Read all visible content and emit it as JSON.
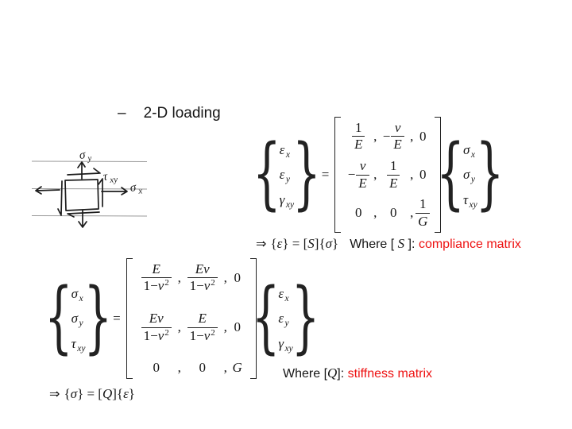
{
  "colors": {
    "accent_red": "#ee1111",
    "ink": "#161616",
    "rule_gray": "#9a9a9a"
  },
  "bullet": {
    "dash": "–",
    "label": "2-D loading"
  },
  "sketch": {
    "labels": {
      "sigma_y": {
        "base": "σ",
        "sub": "y"
      },
      "tau_xy": {
        "base": "τ",
        "sub": "xy"
      },
      "sigma_x": {
        "base": "σ",
        "sub": "x"
      }
    }
  },
  "glyphs": {
    "lbrace": "{",
    "rbrace": "}"
  },
  "eq1": {
    "lhs": [
      {
        "b": "ε",
        "s": "x"
      },
      {
        "b": "ε",
        "s": "y"
      },
      {
        "b": "γ",
        "s": "xy"
      }
    ],
    "equals": "=",
    "m": {
      "r1": {
        "c1n": "1",
        "c1d": "E",
        "s1": ",",
        "neg": "−",
        "c2n": "ν",
        "c2d": "E",
        "s2": ",",
        "c3": "0"
      },
      "r2": {
        "neg": "−",
        "c1n": "ν",
        "c1d": "E",
        "s1": ",",
        "c2n": "1",
        "c2d": "E",
        "s2": ",",
        "c3": "0"
      },
      "r3": {
        "c1": "0",
        "s1": ",",
        "c2": "0",
        "s2": ",",
        "c3n": "1",
        "c3d": "G"
      }
    },
    "rhs": [
      {
        "b": "σ",
        "s": "x"
      },
      {
        "b": "σ",
        "s": "y"
      },
      {
        "b": "τ",
        "s": "xy"
      }
    ]
  },
  "concl1": {
    "tokens": [
      {
        "t": "⇒ ",
        "c": "arrow"
      },
      {
        "t": "{",
        "c": "brace"
      },
      {
        "t": "ε",
        "c": "it"
      },
      {
        "t": "} = [",
        "c": "brace"
      },
      {
        "t": "S",
        "c": "it"
      },
      {
        "t": "]{",
        "c": "brace"
      },
      {
        "t": "σ",
        "c": "it"
      },
      {
        "t": "}",
        "c": "brace"
      }
    ]
  },
  "where1": {
    "tokens": [
      {
        "t": "Where [ ",
        "c": "sans"
      },
      {
        "t": "S",
        "c": "mathit"
      },
      {
        "t": " ]: ",
        "c": "sans"
      },
      {
        "t": "compliance matrix",
        "c": "sans red"
      }
    ]
  },
  "eq2": {
    "lhs": [
      {
        "b": "σ",
        "s": "x"
      },
      {
        "b": "σ",
        "s": "y"
      },
      {
        "b": "τ",
        "s": "xy"
      }
    ],
    "equals": "=",
    "m": {
      "r1": {
        "c1n": "E",
        "c1d_pre": "1−",
        "c1d_sym": "ν",
        "c1d_sup": "2",
        "s1": ",",
        "c2n": "Eν",
        "c2d_pre": "1−",
        "c2d_sym": "ν",
        "c2d_sup": "2",
        "s2": ",",
        "c3": "0"
      },
      "r2": {
        "c1n": "Eν",
        "c1d_pre": "1−",
        "c1d_sym": "ν",
        "c1d_sup": "2",
        "s1": ",",
        "c2n": "E",
        "c2d_pre": "1−",
        "c2d_sym": "ν",
        "c2d_sup": "2",
        "s2": ",",
        "c3": "0"
      },
      "r3": {
        "c1": "0",
        "s1": ",",
        "c2": "0",
        "s2": ",",
        "c3": "G"
      }
    },
    "rhs": [
      {
        "b": "ε",
        "s": "x"
      },
      {
        "b": "ε",
        "s": "y"
      },
      {
        "b": "γ",
        "s": "xy"
      }
    ]
  },
  "where2": {
    "tokens": [
      {
        "t": "Where [",
        "c": "sans"
      },
      {
        "t": "Q",
        "c": "mathit"
      },
      {
        "t": "]: ",
        "c": "sans"
      },
      {
        "t": "stiffness matrix",
        "c": "sans red"
      }
    ]
  },
  "concl2": {
    "tokens": [
      {
        "t": "⇒ ",
        "c": "arrow"
      },
      {
        "t": "{",
        "c": "brace"
      },
      {
        "t": "σ",
        "c": "it"
      },
      {
        "t": "} = [",
        "c": "brace"
      },
      {
        "t": "Q",
        "c": "it"
      },
      {
        "t": "]{",
        "c": "brace"
      },
      {
        "t": "ε",
        "c": "it"
      },
      {
        "t": "}",
        "c": "brace"
      }
    ]
  }
}
